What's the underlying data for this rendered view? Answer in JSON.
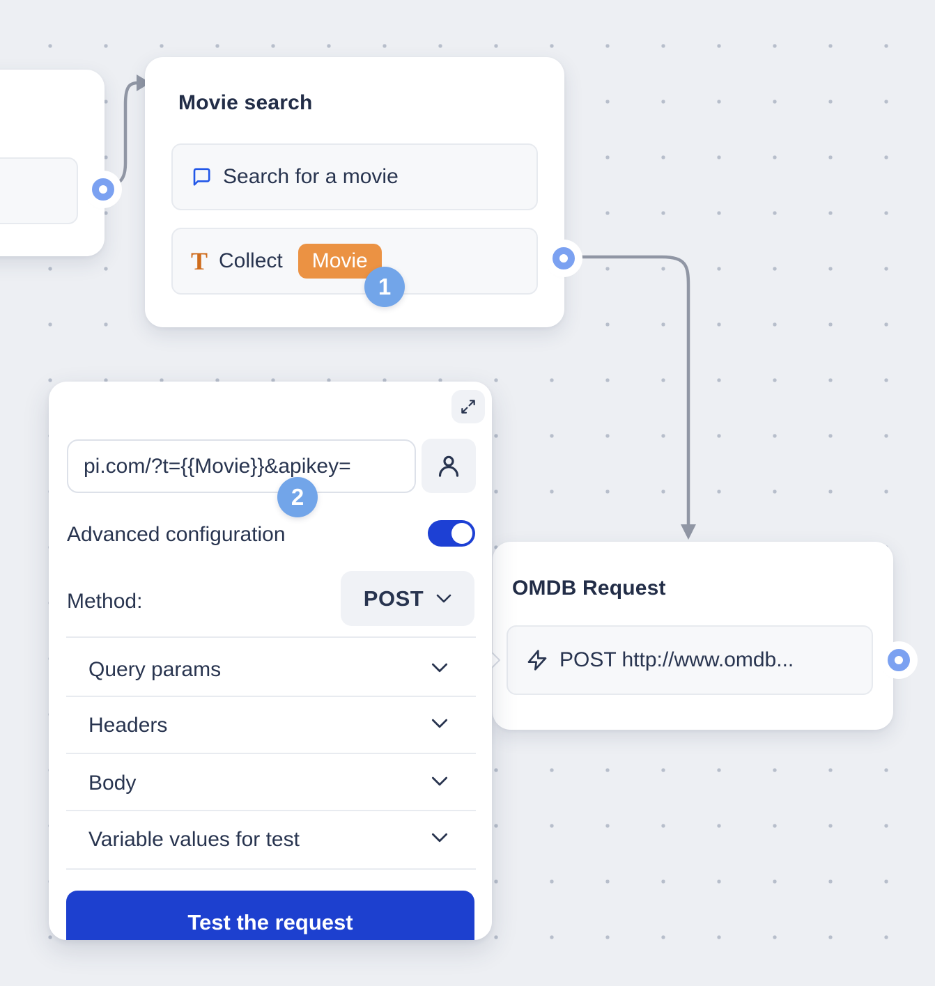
{
  "movie_search_node": {
    "title": "Movie search",
    "row_message": {
      "icon": "message-square-icon",
      "text": "Search for a movie"
    },
    "row_collect": {
      "icon": "text-icon",
      "text": "Collect",
      "variable_chip": "Movie"
    }
  },
  "omdb_node": {
    "title": "OMDB Request",
    "row_request": {
      "icon": "zap-icon",
      "text": "POST http://www.omdb..."
    }
  },
  "config_panel": {
    "url_value": "pi.com/?t={{Movie}}&apikey=",
    "advanced_config_label": "Advanced configuration",
    "advanced_config_enabled": true,
    "method_label": "Method:",
    "method_value": "POST",
    "sections": [
      "Query params",
      "Headers",
      "Body",
      "Variable values for test"
    ],
    "test_button_label": "Test the request"
  },
  "step_badges": {
    "step1": "1",
    "step2": "2"
  },
  "colors": {
    "canvas_bg": "#edeff3",
    "dot": "#b7becb",
    "card_bg": "#ffffff",
    "row_bg": "#f7f8fa",
    "row_border": "#e7eaef",
    "text_navy": "#28344f",
    "title_navy": "#222d47",
    "accent_blue": "#1d40cf",
    "chip_orange": "#eb9243",
    "t_icon_orange": "#cf6c1c",
    "bubble_icon_blue": "#2257e8",
    "badge_blue": "#72a5e9",
    "port_blue": "#7ba1f1",
    "connector_gray": "#9096a4"
  }
}
